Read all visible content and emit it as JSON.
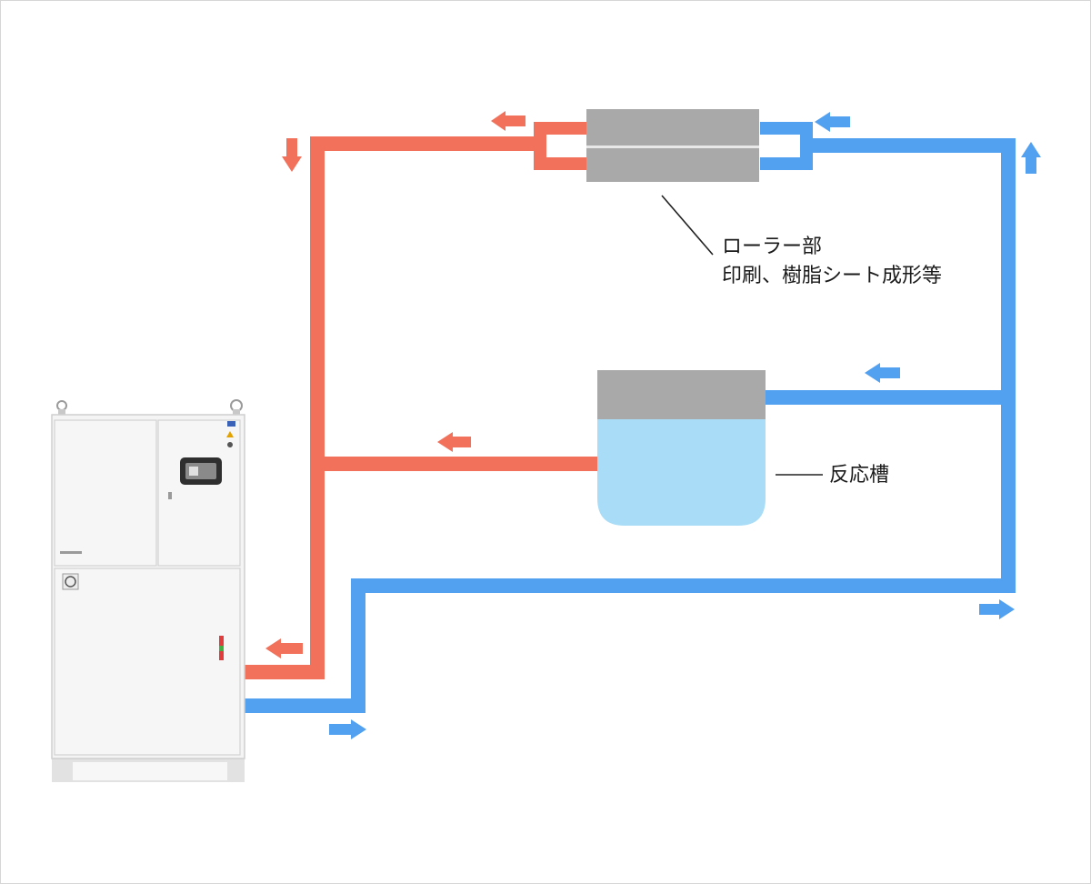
{
  "labels": {
    "roller_title": "ローラー部",
    "roller_sub": "印刷、樹脂シート成形等",
    "tank": "反応槽"
  },
  "colors": {
    "supply_line": "#f2715a",
    "return_line": "#52a0f0",
    "roller_body": "#a9a9a9",
    "tank_lid": "#a9a9a9",
    "tank_liquid": "#a8dcf7",
    "unit_body": "#f4f4f4",
    "leader_line": "#222222"
  },
  "icons": [
    "chiller-unit",
    "roller-icon",
    "reaction-tank-icon",
    "flow-arrow-icon"
  ]
}
